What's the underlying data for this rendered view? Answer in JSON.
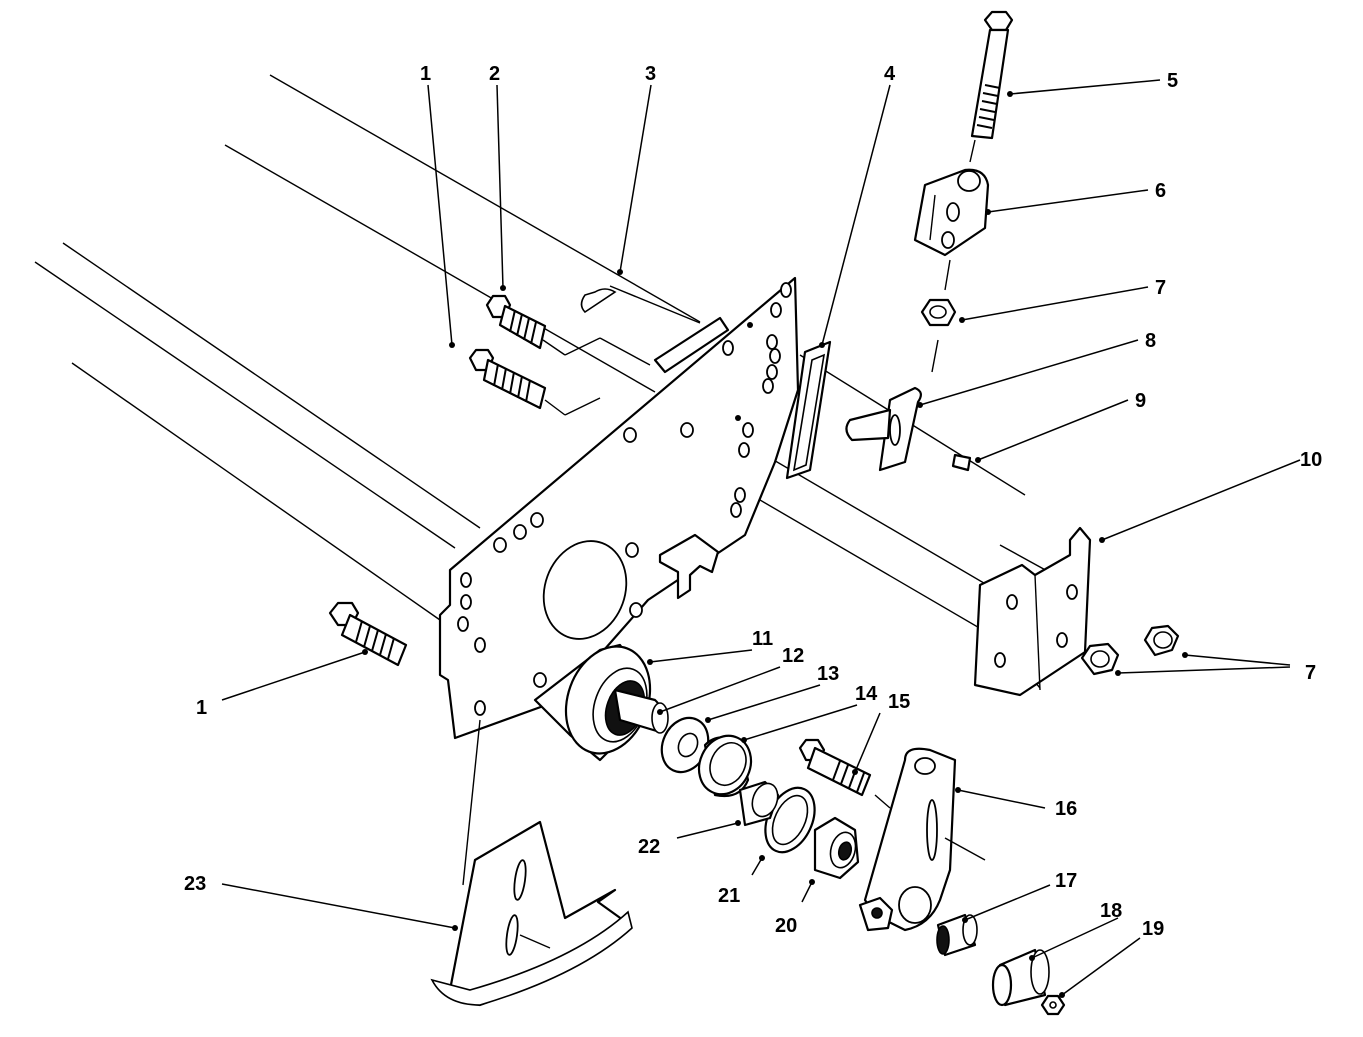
{
  "callouts": [
    {
      "id": "c1a",
      "label": "1"
    },
    {
      "id": "c2",
      "label": "2"
    },
    {
      "id": "c3",
      "label": "3"
    },
    {
      "id": "c4",
      "label": "4"
    },
    {
      "id": "c5",
      "label": "5"
    },
    {
      "id": "c6",
      "label": "6"
    },
    {
      "id": "c7a",
      "label": "7"
    },
    {
      "id": "c8",
      "label": "8"
    },
    {
      "id": "c9",
      "label": "9"
    },
    {
      "id": "c10",
      "label": "10"
    },
    {
      "id": "c7b",
      "label": "7"
    },
    {
      "id": "c1b",
      "label": "1"
    },
    {
      "id": "c11",
      "label": "11"
    },
    {
      "id": "c12",
      "label": "12"
    },
    {
      "id": "c13",
      "label": "13"
    },
    {
      "id": "c14",
      "label": "14"
    },
    {
      "id": "c15",
      "label": "15"
    },
    {
      "id": "c16",
      "label": "16"
    },
    {
      "id": "c17",
      "label": "17"
    },
    {
      "id": "c18",
      "label": "18"
    },
    {
      "id": "c19",
      "label": "19"
    },
    {
      "id": "c20",
      "label": "20"
    },
    {
      "id": "c21",
      "label": "21"
    },
    {
      "id": "c22",
      "label": "22"
    },
    {
      "id": "c23",
      "label": "23"
    }
  ]
}
